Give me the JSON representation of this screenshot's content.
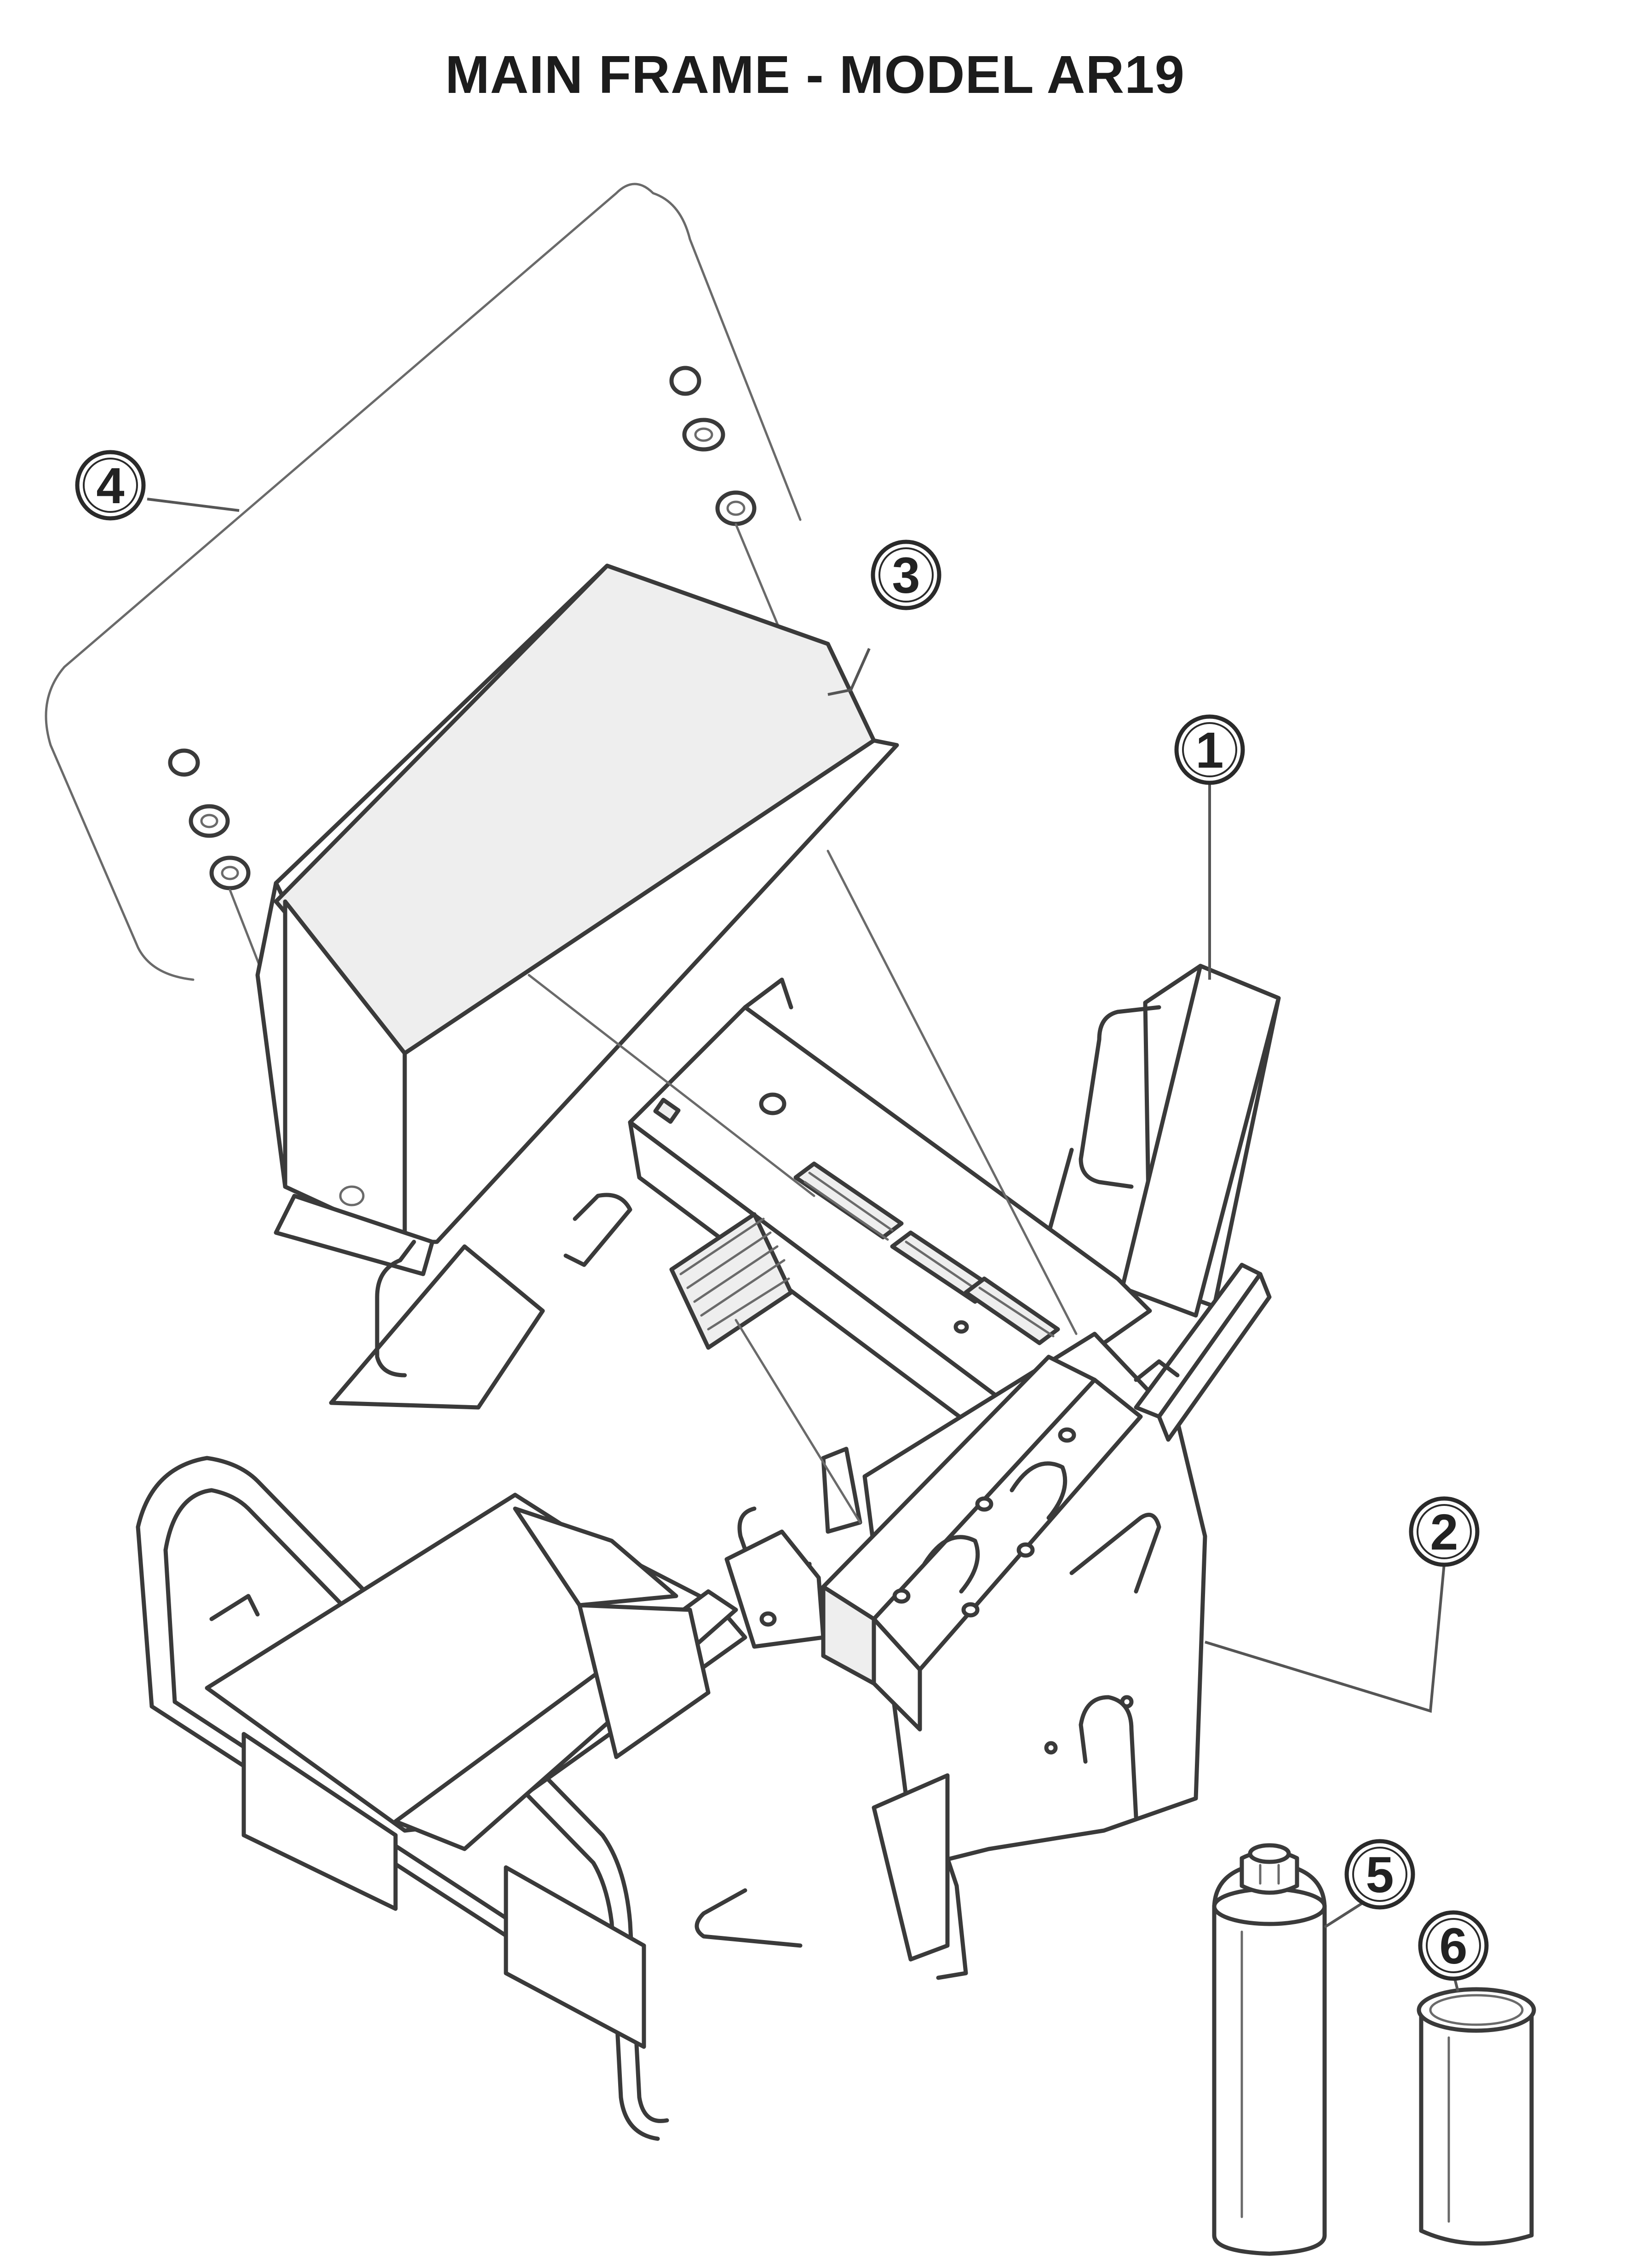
{
  "title": "MAIN FRAME - MODEL AR19",
  "callouts": [
    {
      "id": "callout-1",
      "label": "1"
    },
    {
      "id": "callout-2",
      "label": "2"
    },
    {
      "id": "callout-3",
      "label": "3"
    },
    {
      "id": "callout-4",
      "label": "4"
    },
    {
      "id": "callout-5",
      "label": "5"
    },
    {
      "id": "callout-6",
      "label": "6"
    }
  ]
}
